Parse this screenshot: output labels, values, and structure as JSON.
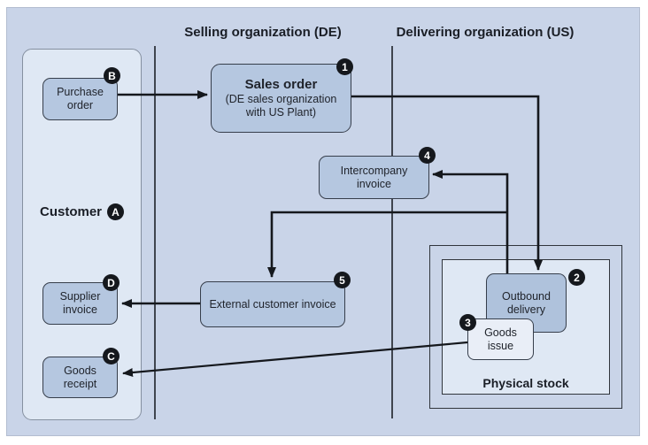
{
  "headers": {
    "selling": "Selling organization (DE)",
    "delivering": "Delivering organization (US)"
  },
  "customer": {
    "label": "Customer",
    "badge": "A"
  },
  "nodes": {
    "purchase_order": {
      "label": "Purchase order",
      "badge": "B"
    },
    "sales_order": {
      "title": "Sales order",
      "subtitle": "(DE sales organization with US Plant)",
      "badge": "1"
    },
    "intercompany_invoice": {
      "label": "Intercompany invoice",
      "badge": "4"
    },
    "external_customer_invoice": {
      "label": "External customer invoice",
      "badge": "5"
    },
    "supplier_invoice": {
      "label": "Supplier invoice",
      "badge": "D"
    },
    "goods_receipt": {
      "label": "Goods receipt",
      "badge": "C"
    },
    "outbound_delivery": {
      "label": "Outbound delivery",
      "badge": "2"
    },
    "goods_issue": {
      "label": "Goods issue",
      "badge": "3"
    }
  },
  "physical_stock": {
    "label": "Physical stock"
  },
  "colors": {
    "canvas_bg": "#c9d4e8",
    "panel_light": "#dfe8f4",
    "node_fill": "#b5c7e0",
    "node_fill_dark": "#afc2dc",
    "node_fill_light": "#e9eef7",
    "node_border": "#363e4b",
    "connector": "#15181d",
    "badge_bg": "#15181d",
    "badge_fg": "#ffffff"
  }
}
